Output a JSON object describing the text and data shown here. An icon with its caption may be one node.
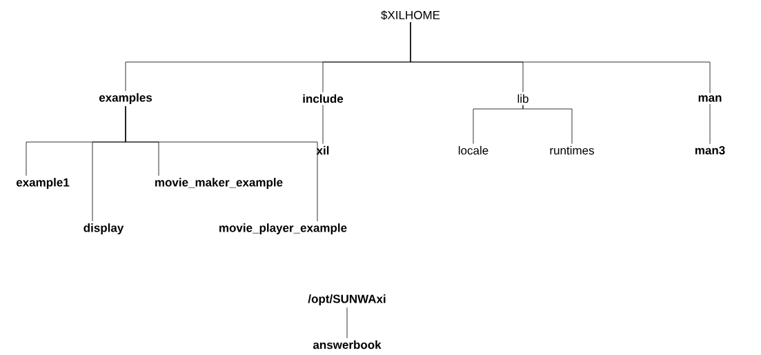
{
  "diagram": {
    "nodes": [
      {
        "text": [
          "$XILHOME"
        ]
      },
      {
        "text": [
          "examples"
        ]
      },
      {
        "text": [
          "include"
        ]
      },
      {
        "text": [
          "lib"
        ]
      },
      {
        "text": [
          "man"
        ]
      },
      {
        "text": [
          "example1"
        ]
      },
      {
        "text": [
          "display"
        ]
      },
      {
        "text": [
          "movie_maker_example"
        ]
      },
      {
        "text": [
          "movie_player_example"
        ]
      },
      {
        "text": [
          "xil"
        ]
      },
      {
        "text": [
          "locale"
        ]
      },
      {
        "text": [
          "runtimes"
        ]
      },
      {
        "text": [
          "man3"
        ]
      },
      {
        "text": [
          "/opt/SUNWAxi"
        ]
      },
      {
        "text": [
          "answerbook"
        ]
      }
    ],
    "edges": [
      {
        "from": 0,
        "to": 1,
        "arrow": "none"
      },
      {
        "from": 0,
        "to": 2,
        "arrow": "none"
      },
      {
        "from": 0,
        "to": 3,
        "arrow": "none"
      },
      {
        "from": 0,
        "to": 4,
        "arrow": "none"
      },
      {
        "from": 1,
        "to": 5,
        "arrow": "none"
      },
      {
        "from": 1,
        "to": 6,
        "arrow": "none"
      },
      {
        "from": 1,
        "to": 7,
        "arrow": "none"
      },
      {
        "from": 1,
        "to": 8,
        "arrow": "none"
      },
      {
        "from": 2,
        "to": 9,
        "arrow": "none"
      },
      {
        "from": 3,
        "to": 10,
        "arrow": "none"
      },
      {
        "from": 3,
        "to": 11,
        "arrow": "none"
      },
      {
        "from": 4,
        "to": 12,
        "arrow": "none"
      },
      {
        "from": 13,
        "to": 14,
        "arrow": "none"
      }
    ]
  }
}
